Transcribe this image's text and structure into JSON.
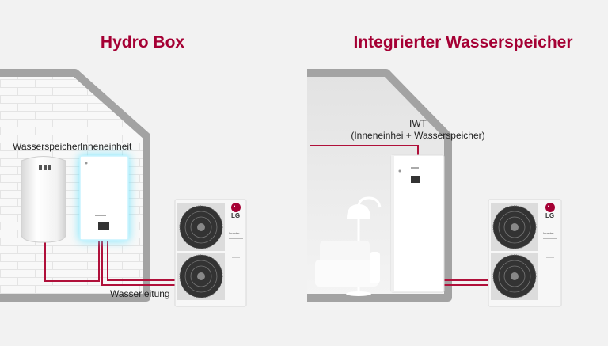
{
  "colors": {
    "accent": "#a50034",
    "wall": "#a3a3a3",
    "pipe": "#b0103a",
    "glow": "#5fe3ff"
  },
  "left_panel": {
    "title": "Hydro Box",
    "label_tank": "Wasserspeicher",
    "label_indoor": "Inneneinheit",
    "label_pipe": "Wasserleitung"
  },
  "right_panel": {
    "title": "Integrierter Wasserspeicher",
    "label_iwt_line1": "IWT",
    "label_iwt_line2": "(Inneneinhei + Wasserspeicher)"
  },
  "outdoor_unit": {
    "brand": "LG",
    "model_text": "Inverter",
    "icon": "lg-logo-icon"
  }
}
